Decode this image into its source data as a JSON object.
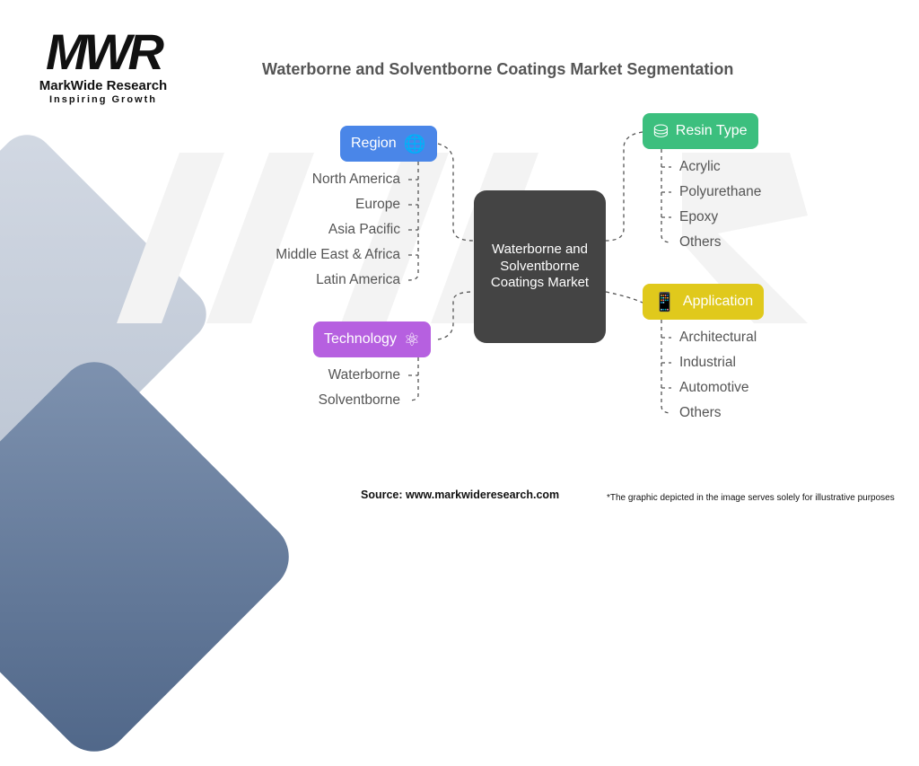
{
  "logo": {
    "mark": "MWR",
    "name": "MarkWide Research",
    "tagline": "Inspiring Growth"
  },
  "title": "Waterborne and Solventborne Coatings Market Segmentation",
  "center": "Waterborne and Solventborne Coatings Market",
  "categories": {
    "region": {
      "label": "Region",
      "color": "#4a86e8",
      "icon": "globe-icon",
      "items": [
        "North America",
        "Europe",
        "Asia Pacific",
        "Middle East & Africa",
        "Latin America"
      ]
    },
    "technology": {
      "label": "Technology",
      "color": "#b660e0",
      "icon": "atom-hand-icon",
      "items": [
        "Waterborne",
        "Solventborne"
      ]
    },
    "resin": {
      "label": "Resin Type",
      "color": "#3cbf7e",
      "icon": "layers-icon",
      "items": [
        "Acrylic",
        "Polyurethane",
        "Epoxy",
        "Others"
      ]
    },
    "application": {
      "label": "Application",
      "color": "#e0c91c",
      "icon": "devices-icon",
      "items": [
        "Architectural",
        "Industrial",
        "Automotive",
        "Others"
      ]
    }
  },
  "footer": {
    "source": "Source: www.markwideresearch.com",
    "note": "*The graphic depicted in the image serves solely for illustrative purposes"
  }
}
